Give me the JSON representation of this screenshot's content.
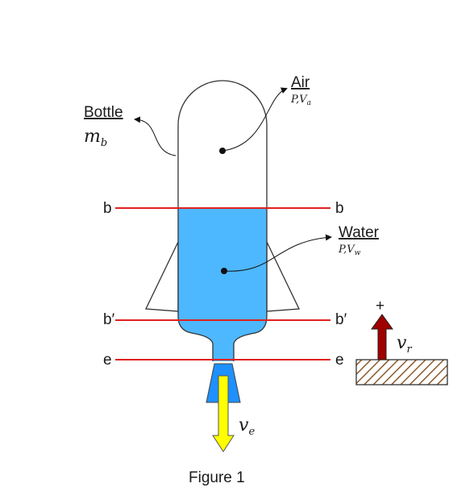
{
  "diagram": {
    "caption": "Figure 1",
    "bottle": {
      "label": "Bottle",
      "mass_symbol": "m",
      "mass_sub": "b"
    },
    "air": {
      "label": "Air",
      "props": "P,V",
      "props_sub": "a"
    },
    "water": {
      "label": "Water",
      "props": "P,V",
      "props_sub": "w"
    },
    "levels": [
      {
        "left": "b",
        "right": "b"
      },
      {
        "left": "b′",
        "right": "b′"
      },
      {
        "left": "e",
        "right": "e"
      }
    ],
    "exit_velocity": {
      "symbol": "v",
      "sub": "e"
    },
    "rocket_velocity": {
      "symbol": "v",
      "sub": "r",
      "sign": "+"
    },
    "colors": {
      "water": "#4db8ff",
      "level_line": "#e02020",
      "exhaust_arrow": "#ffff00",
      "velocity_arrow": "#a00000",
      "ground_hatch": "#8b5a2b"
    }
  }
}
